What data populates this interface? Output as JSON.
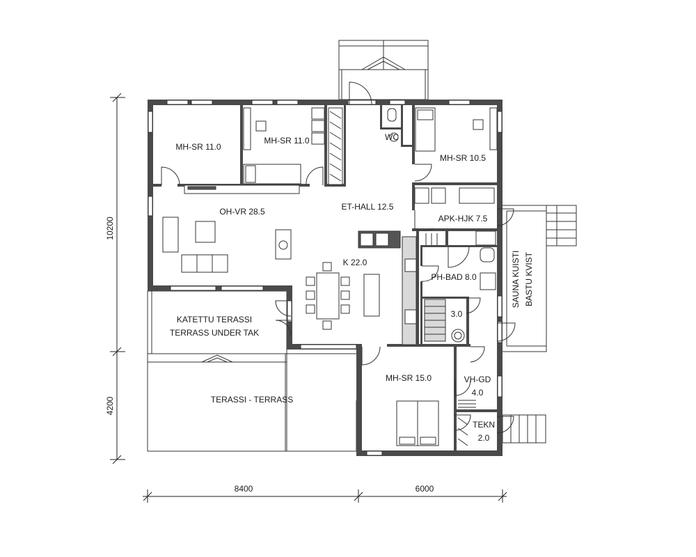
{
  "rooms": {
    "mh_sr_1": "MH-SR 11.0",
    "mh_sr_2": "MH-SR 11.0",
    "wc": "WC",
    "mh_sr_3": "MH-SR 10.5",
    "et_hall": "ET-HALL 12.5",
    "apk_hjk": "APK-HJK 7.5",
    "oh_vr": "OH-VR 28.5",
    "k": "K 22.0",
    "ph_bad": "PH-BAD 8.0",
    "sauna_size": "3.0",
    "katettu_line1": "KATETTU TERASSI",
    "katettu_line2": "TERRASS UNDER TAK",
    "terassi": "TERASSI - TERRASS",
    "mh_sr_4": "MH-SR 15.0",
    "vh_gd_line1": "VH-GD",
    "vh_gd_line2": "4.0",
    "tekn_line1": "TEKN",
    "tekn_line2": "2.0",
    "sauna_kuisti_line1": "SAUNA KUISTI",
    "sauna_kuisti_line2": "BASTU KVIST"
  },
  "dimensions": {
    "height_upper": "10200",
    "height_lower": "4200",
    "width_left": "8400",
    "width_right": "6000"
  }
}
